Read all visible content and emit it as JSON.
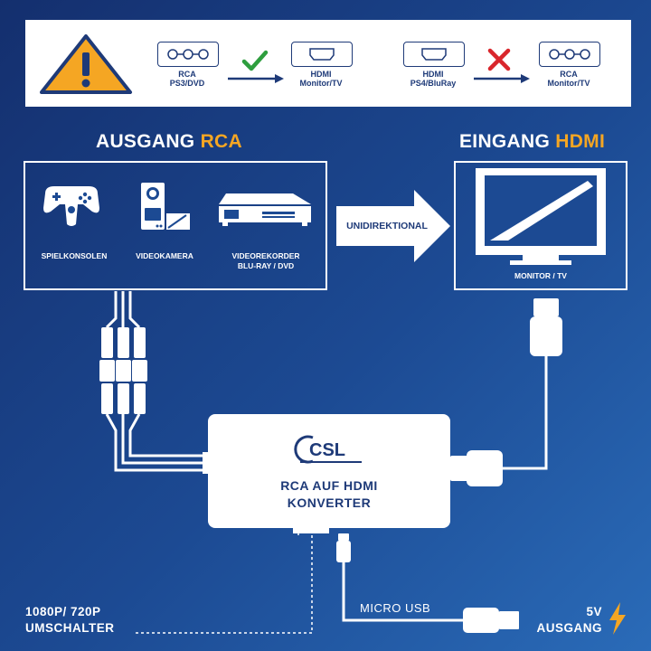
{
  "top_bar": {
    "allowed": {
      "source_label": "RCA",
      "source_sub": "PS3/DVD",
      "target_label": "HDMI",
      "target_sub": "Monitor/TV"
    },
    "forbidden": {
      "source_label": "HDMI",
      "source_sub": "PS4/BluRay",
      "target_label": "RCA",
      "target_sub": "Monitor/TV"
    }
  },
  "output_section": {
    "heading_prefix": "AUSGANG ",
    "heading_accent": "RCA",
    "devices": [
      {
        "label": "SPIELKONSOLEN"
      },
      {
        "label": "VIDEOKAMERA"
      },
      {
        "label_line1": "VIDEOREKORDER",
        "label_line2": "BLU-RAY / DVD"
      }
    ]
  },
  "input_section": {
    "heading_prefix": "EINGANG ",
    "heading_accent": "HDMI",
    "device_label": "MONITOR / TV"
  },
  "direction_label": "UNIDIREKTIONAL",
  "converter": {
    "brand": "CSL",
    "title_line1": "RCA AUF HDMI",
    "title_line2": "KONVERTER"
  },
  "switch_label": {
    "line1": "1080P/ 720P",
    "line2": "UMSCHALTER"
  },
  "usb_label": "MICRO USB",
  "power_label": {
    "line1": "5V",
    "line2": "AUSGANG"
  },
  "colors": {
    "accent": "#f5a623",
    "navy": "#1e3a78",
    "check": "#2e9e3e",
    "cross": "#d9262c"
  }
}
